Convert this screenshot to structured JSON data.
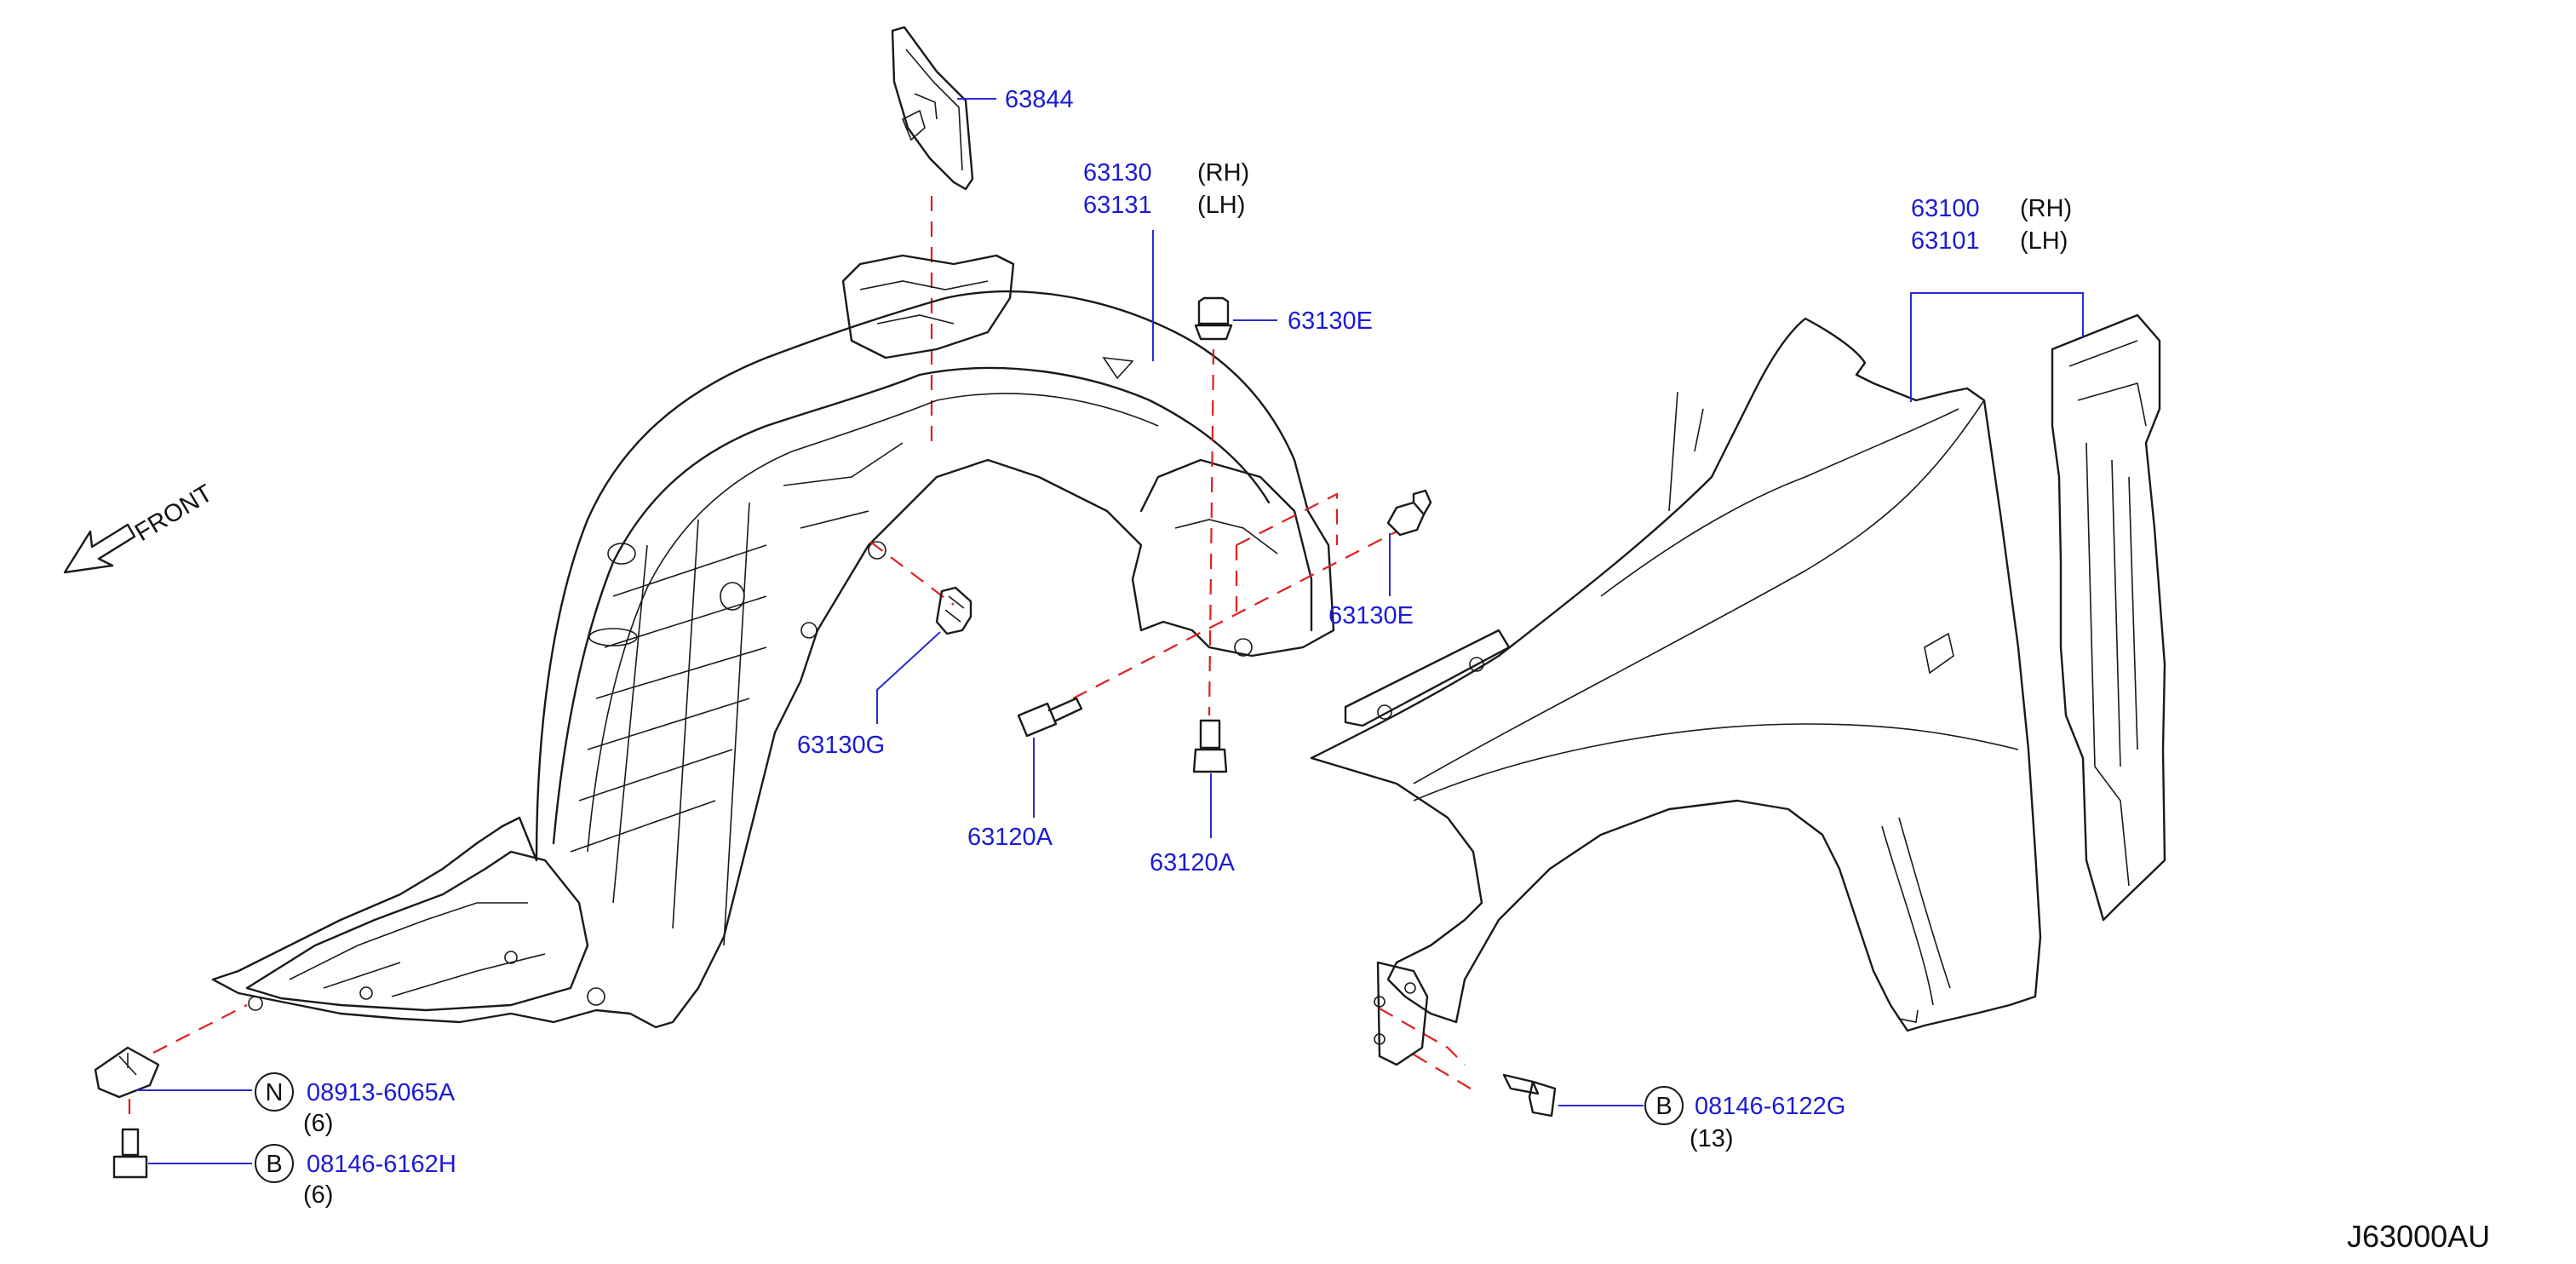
{
  "diagram": {
    "callouts": [
      {
        "id": "wheelhouse-seal",
        "number": "63844"
      },
      {
        "id": "wheelhouse-protector",
        "number": "63130",
        "side": "(RH)",
        "number2": "63131",
        "side2": "(LH)"
      },
      {
        "id": "clip-top",
        "number": "63130E"
      },
      {
        "id": "clip-right",
        "number": "63130E"
      },
      {
        "id": "grommet",
        "number": "63130G"
      },
      {
        "id": "bolt-left",
        "number": "63120A"
      },
      {
        "id": "bolt-center",
        "number": "63120A"
      },
      {
        "id": "fender",
        "number": "63100",
        "side": "(RH)",
        "number2": "63101",
        "side2": "(LH)"
      },
      {
        "id": "nut",
        "badge": "N",
        "number": "08913-6065A",
        "qty": "(6)"
      },
      {
        "id": "bolt-lower-left",
        "badge": "B",
        "number": "08146-6162H",
        "qty": "(6)"
      },
      {
        "id": "bolt-fender",
        "badge": "B",
        "number": "08146-6122G",
        "qty": "(13)"
      }
    ],
    "direction_label": "FRONT",
    "diagram_code": "J63000AU",
    "colors": {
      "part_number": "#1b1bd6",
      "leader": "#2a2ad2",
      "centerline": "#e02020",
      "outline": "#1a1a1a"
    }
  }
}
